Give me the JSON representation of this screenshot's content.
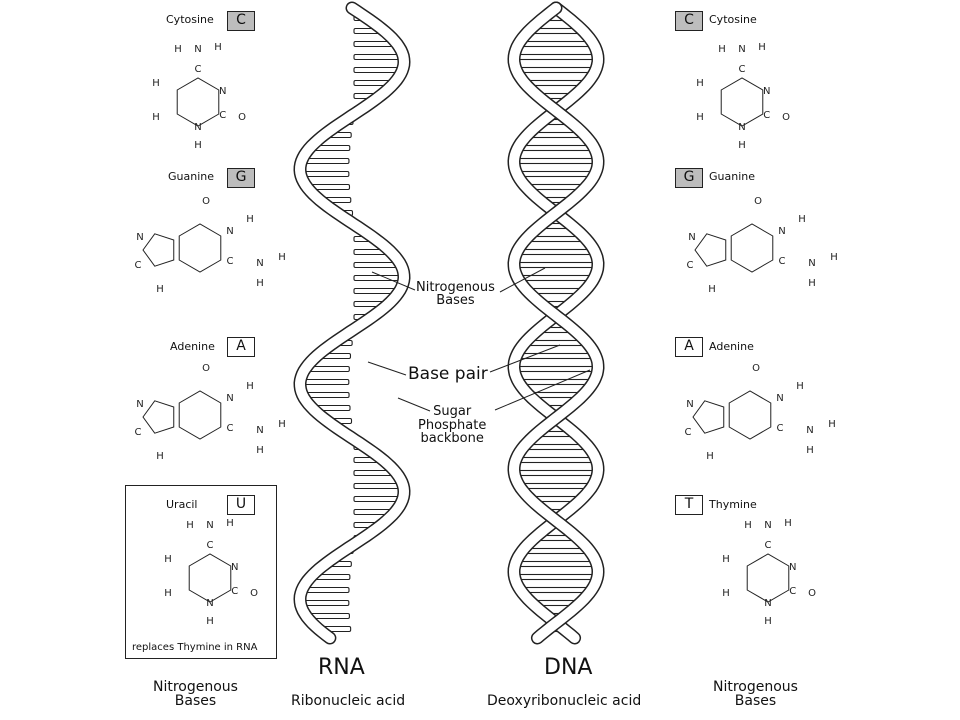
{
  "rna": {
    "title": "RNA",
    "subtitle": "Ribonucleic acid"
  },
  "dna": {
    "title": "DNA",
    "subtitle": "Deoxyribonucleic acid"
  },
  "annotations": {
    "nitrogenous_bases": "Nitrogenous\nBases",
    "base_pair": "Base pair",
    "backbone": "Sugar\nPhosphate\nbackbone"
  },
  "left_caption": "Nitrogenous\nBases",
  "right_caption": "Nitrogenous\nBases",
  "left_bases": [
    {
      "name": "Cytosine",
      "letter": "C",
      "shaded": true
    },
    {
      "name": "Guanine",
      "letter": "G",
      "shaded": true
    },
    {
      "name": "Adenine",
      "letter": "A",
      "shaded": false
    },
    {
      "name": "Uracil",
      "letter": "U",
      "shaded": false,
      "note": "replaces Thymine in RNA"
    }
  ],
  "right_bases": [
    {
      "name": "Cytosine",
      "letter": "C",
      "shaded": true
    },
    {
      "name": "Guanine",
      "letter": "G",
      "shaded": true
    },
    {
      "name": "Adenine",
      "letter": "A",
      "shaded": false
    },
    {
      "name": "Thymine",
      "letter": "T",
      "shaded": false
    }
  ],
  "atoms": {
    "h": "H",
    "n": "N",
    "c": "C",
    "o": "O"
  },
  "colors": {
    "ink": "#222222",
    "shade": "#bdbdbd"
  }
}
